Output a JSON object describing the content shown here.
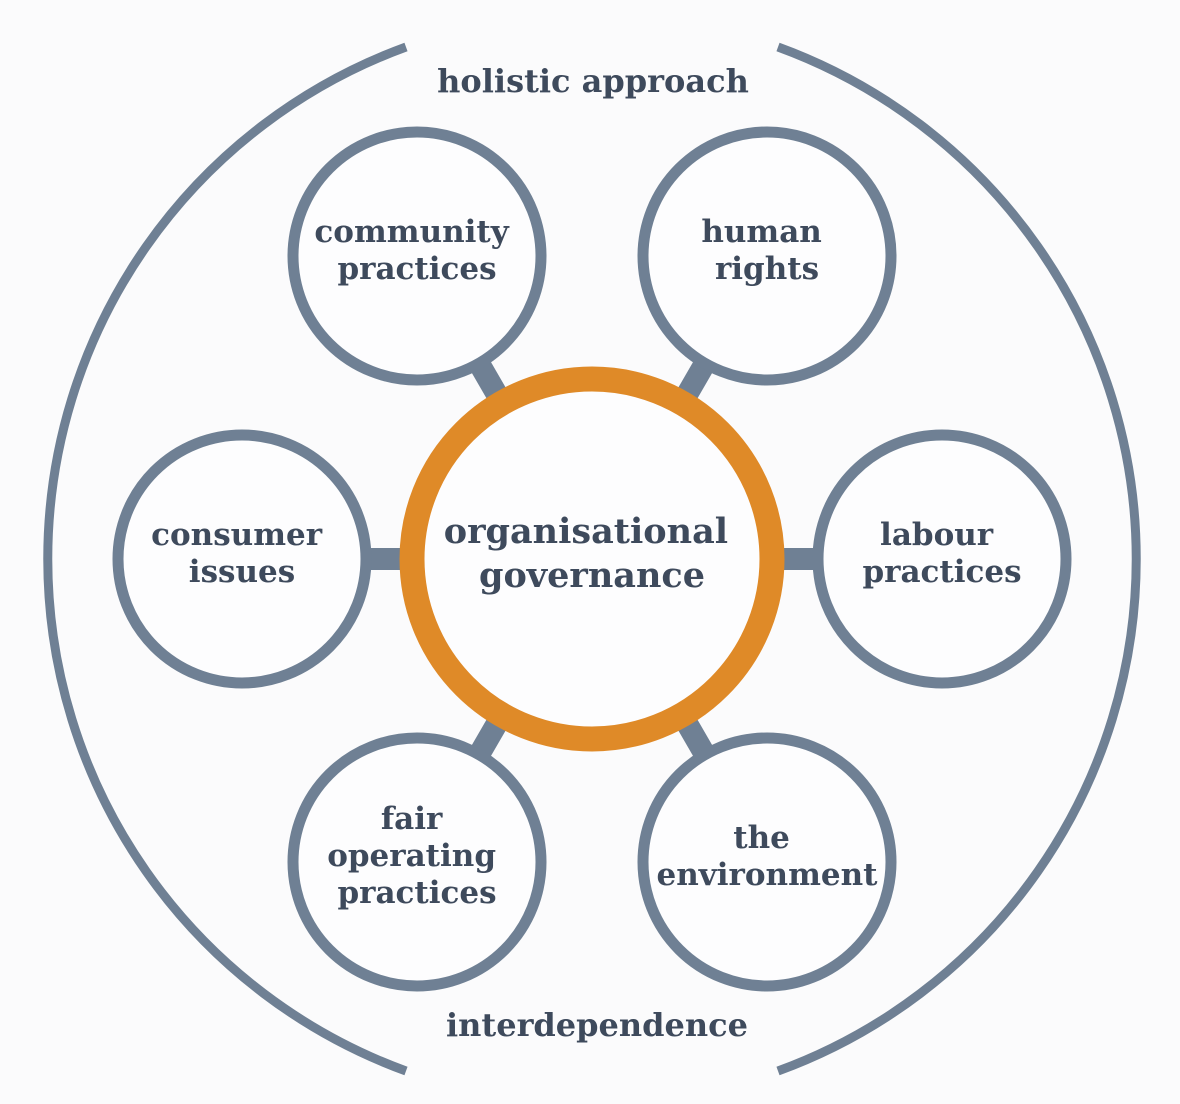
{
  "diagram": {
    "title": "organisational governance diagram",
    "outer_ring": {
      "label_top": "holistic approach",
      "label_bottom": "interdependence"
    },
    "center_node": {
      "label": "organisational governance",
      "lines": [
        "organisational",
        "governance"
      ]
    },
    "satellites": [
      {
        "id": "community-practices",
        "label": "community practices",
        "lines": [
          "community",
          "practices"
        ]
      },
      {
        "id": "human-rights",
        "label": "human rights",
        "lines": [
          "human",
          "rights"
        ]
      },
      {
        "id": "consumer-issues",
        "label": "consumer issues",
        "lines": [
          "consumer",
          "issues"
        ]
      },
      {
        "id": "labour-practices",
        "label": "labour practices",
        "lines": [
          "labour",
          "practices"
        ]
      },
      {
        "id": "fair-operating-practices",
        "label": "fair operating practices",
        "lines": [
          "fair",
          "operating",
          "practices"
        ]
      },
      {
        "id": "the-environment",
        "label": "the environment",
        "lines": [
          "the",
          "environment"
        ]
      }
    ],
    "colors": {
      "accent_orange": "#df8a28",
      "ring_slate": "#6f8094",
      "text": "#3e4a5c",
      "background": "#fbfbfc"
    }
  }
}
